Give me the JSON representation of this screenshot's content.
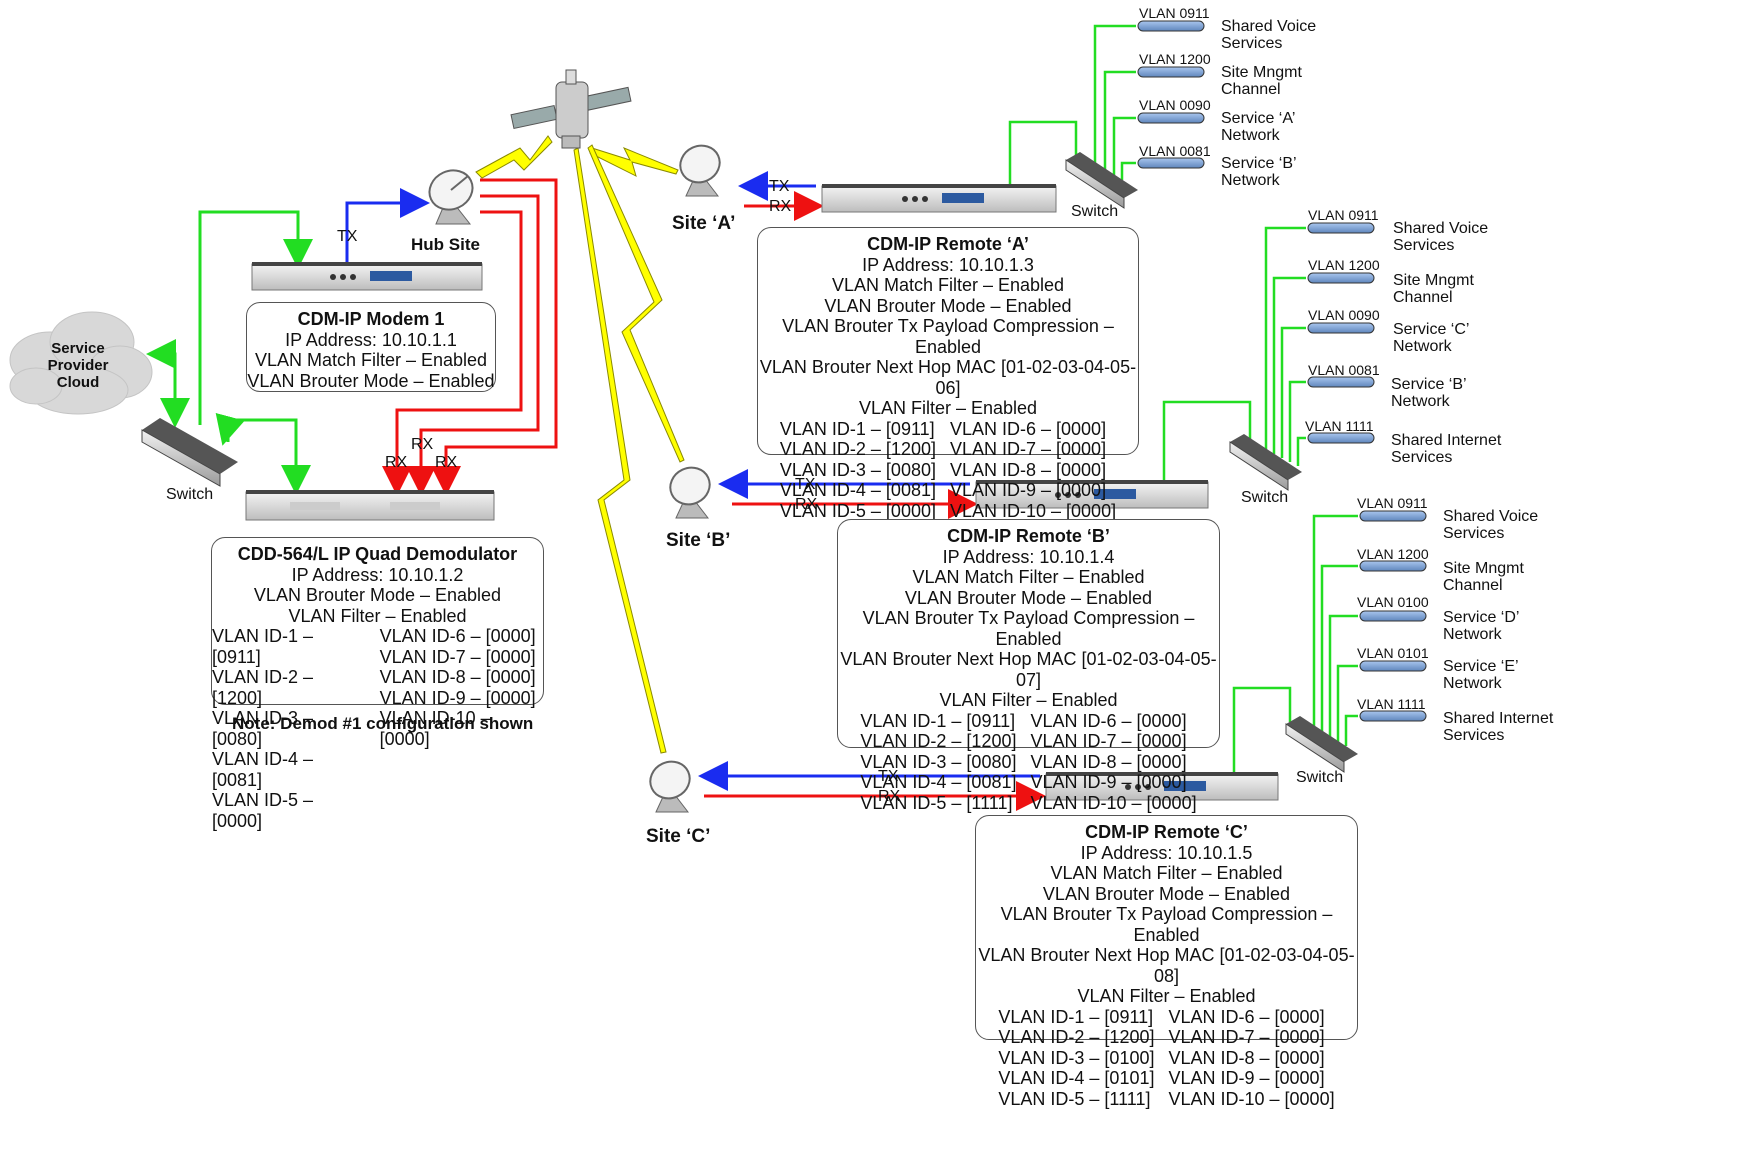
{
  "colors": {
    "link_green": "#22dd22",
    "tx_blue": "#1a2cf0",
    "rx_red": "#ee1111",
    "sat_link_yellow": "#ffff00"
  },
  "cloud_label": [
    "Service",
    "Provider",
    "Cloud"
  ],
  "hub": {
    "site_label": "Hub Site",
    "tx_label": "TX",
    "rx_labels": [
      "RX",
      "RX",
      "RX"
    ],
    "switch_label": "Switch",
    "modem_box": {
      "title": "CDM-IP Modem 1",
      "lines": [
        "IP Address: 10.10.1.1",
        "VLAN Match Filter – Enabled",
        "VLAN Brouter Mode – Enabled"
      ]
    },
    "demod_box": {
      "title": "CDD-564/L IP Quad Demodulator",
      "lines": [
        "IP Address: 10.10.1.2",
        "VLAN Brouter Mode – Enabled",
        "VLAN Filter – Enabled"
      ],
      "vlan_left": [
        "VLAN ID-1 – [0911]",
        "VLAN ID-2 – [1200]",
        "VLAN ID-3 – [0080]",
        "VLAN ID-4 – [0081]",
        "VLAN ID-5 – [0000]"
      ],
      "vlan_right": [
        "VLAN ID-6 – [0000]",
        "VLAN ID-7 – [0000]",
        "VLAN ID-8 – [0000]",
        "VLAN ID-9 – [0000]",
        "VLAN ID-10 – [0000]"
      ]
    },
    "note": "Note: Demod #1 configuration shown"
  },
  "site_a": {
    "site_label": "Site ‘A’",
    "tx_label": "TX",
    "rx_label": "RX",
    "switch_label": "Switch",
    "box": {
      "title": "CDM-IP Remote ‘A’",
      "lines": [
        "IP Address: 10.10.1.3",
        "VLAN Match Filter – Enabled",
        "VLAN Brouter Mode – Enabled",
        "VLAN Brouter Tx Payload Compression – Enabled",
        "VLAN Brouter Next Hop MAC [01-02-03-04-05-06]",
        "VLAN Filter – Enabled"
      ],
      "vlan_left": [
        "VLAN ID-1 – [0911]",
        "VLAN ID-2 – [1200]",
        "VLAN ID-3 – [0080]",
        "VLAN ID-4 – [0081]",
        "VLAN ID-5 – [0000]"
      ],
      "vlan_right": [
        "VLAN ID-6 – [0000]",
        "VLAN ID-7 – [0000]",
        "VLAN ID-8 – [0000]",
        "VLAN ID-9 – [0000]",
        "VLAN ID-10 – [0000]"
      ]
    },
    "vlans": [
      {
        "vlan": "VLAN 0911",
        "service": [
          "Shared Voice",
          "Services"
        ]
      },
      {
        "vlan": "VLAN 1200",
        "service": [
          "Site Mngmt",
          "Channel"
        ]
      },
      {
        "vlan": "VLAN 0090",
        "service": [
          "Service ‘A’",
          "Network"
        ]
      },
      {
        "vlan": "VLAN 0081",
        "service": [
          "Service ‘B’",
          "Network"
        ]
      }
    ]
  },
  "site_b": {
    "site_label": "Site ‘B’",
    "tx_label": "TX",
    "rx_label": "RX",
    "switch_label": "Switch",
    "box": {
      "title": "CDM-IP Remote ‘B’",
      "lines": [
        "IP Address: 10.10.1.4",
        "VLAN Match Filter – Enabled",
        "VLAN Brouter Mode – Enabled",
        "VLAN Brouter Tx Payload Compression – Enabled",
        "VLAN Brouter Next Hop MAC [01-02-03-04-05-07]",
        "VLAN Filter – Enabled"
      ],
      "vlan_left": [
        "VLAN ID-1 – [0911]",
        "VLAN ID-2 – [1200]",
        "VLAN ID-3 – [0080]",
        "VLAN ID-4 – [0081]",
        "VLAN ID-5 – [1111]"
      ],
      "vlan_right": [
        "VLAN ID-6 – [0000]",
        "VLAN ID-7 – [0000]",
        "VLAN ID-8 – [0000]",
        "VLAN ID-9 – [0000]",
        "VLAN ID-10 – [0000]"
      ]
    },
    "vlans": [
      {
        "vlan": "VLAN 0911",
        "service": [
          "Shared Voice",
          "Services"
        ]
      },
      {
        "vlan": "VLAN 1200",
        "service": [
          "Site Mngmt",
          "Channel"
        ]
      },
      {
        "vlan": "VLAN 0090",
        "service": [
          "Service ‘C’",
          "Network"
        ]
      },
      {
        "vlan": "VLAN 0081",
        "service": [
          "Service ‘B’",
          "Network"
        ]
      },
      {
        "vlan": "VLAN 1111",
        "service": [
          "Shared Internet",
          "Services"
        ]
      }
    ]
  },
  "site_c": {
    "site_label": "Site ‘C’",
    "tx_label": "TX",
    "rx_label": "RX",
    "switch_label": "Switch",
    "box": {
      "title": "CDM-IP Remote ‘C’",
      "lines": [
        "IP Address: 10.10.1.5",
        "VLAN Match Filter – Enabled",
        "VLAN Brouter Mode – Enabled",
        "VLAN Brouter Tx Payload Compression – Enabled",
        "VLAN Brouter Next Hop MAC [01-02-03-04-05-08]",
        "VLAN Filter – Enabled"
      ],
      "vlan_left": [
        "VLAN ID-1 – [0911]",
        "VLAN ID-2 – [1200]",
        "VLAN ID-3 – [0100]",
        "VLAN ID-4 – [0101]",
        "VLAN ID-5 – [1111]"
      ],
      "vlan_right": [
        "VLAN ID-6 – [0000]",
        "VLAN ID-7 – [0000]",
        "VLAN ID-8 – [0000]",
        "VLAN ID-9 – [0000]",
        "VLAN ID-10 – [0000]"
      ]
    },
    "vlans": [
      {
        "vlan": "VLAN 0911",
        "service": [
          "Shared Voice",
          "Services"
        ]
      },
      {
        "vlan": "VLAN 1200",
        "service": [
          "Site Mngmt",
          "Channel"
        ]
      },
      {
        "vlan": "VLAN 0100",
        "service": [
          "Service ‘D’",
          "Network"
        ]
      },
      {
        "vlan": "VLAN 0101",
        "service": [
          "Service ‘E’",
          "Network"
        ]
      },
      {
        "vlan": "VLAN 1111",
        "service": [
          "Shared Internet",
          "Services"
        ]
      }
    ]
  }
}
